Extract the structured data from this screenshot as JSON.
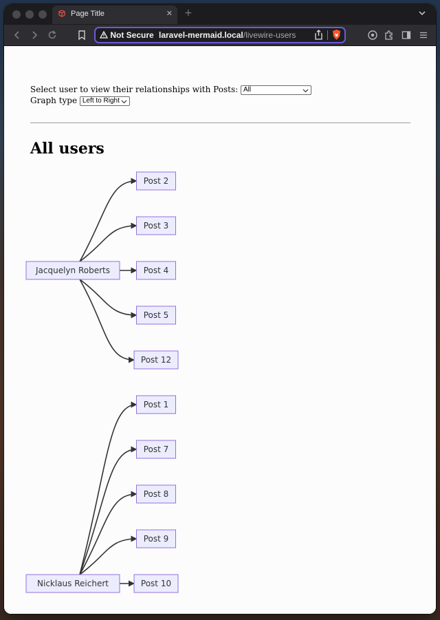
{
  "browser": {
    "tab_title": "Page Title",
    "tab_close": "✕",
    "new_tab": "+",
    "security_label": "Not Secure",
    "url_host": "laravel-mermaid.local",
    "url_path": "/livewire-users"
  },
  "controls": {
    "user_select_label": "Select user to view their relationships with Posts:",
    "user_select_value": "All",
    "graph_type_label": "Graph type",
    "graph_type_value": "Left to Right"
  },
  "heading": "All users",
  "graph": {
    "groups": [
      {
        "user": "Jacquelyn Roberts",
        "posts": [
          "Post 2",
          "Post 3",
          "Post 4",
          "Post 5",
          "Post 12"
        ]
      },
      {
        "user": "Nicklaus Reichert",
        "posts": [
          "Post 1",
          "Post 7",
          "Post 8",
          "Post 9",
          "Post 10"
        ]
      }
    ]
  },
  "colors": {
    "node_fill": "#ECECFF",
    "node_stroke": "#9370DB",
    "url_focus": "#6A5BD8",
    "brave_orange": "#FB542B"
  },
  "icons": [
    "back-icon",
    "forward-icon",
    "reload-icon",
    "bookmark-icon",
    "warning-icon",
    "share-icon",
    "brave-shield-icon",
    "wallet-icon",
    "extensions-icon",
    "sidebar-icon",
    "menu-icon",
    "chevron-down-icon"
  ]
}
